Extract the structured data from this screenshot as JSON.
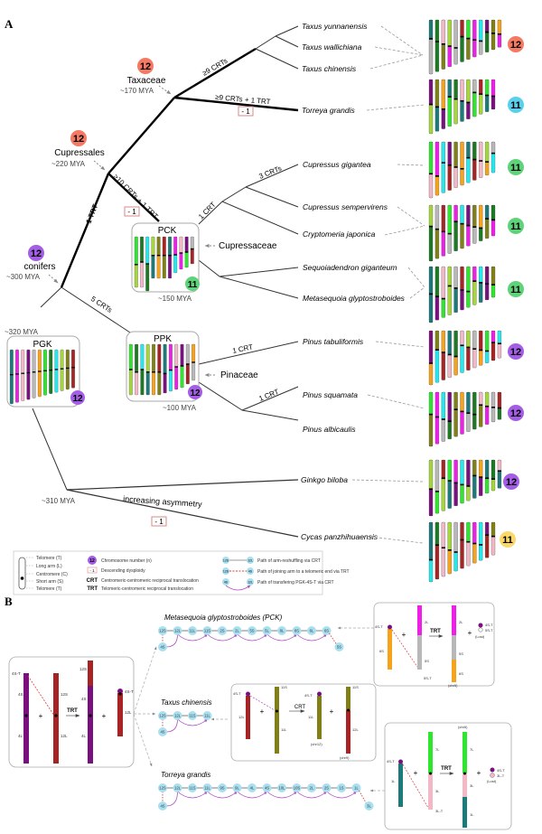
{
  "panel_labels": {
    "a": "A",
    "b": "B"
  },
  "colors": {
    "badge_red": "#f47a63",
    "badge_purple": "#a45ee5",
    "badge_green": "#5fd37a",
    "badge_blue": "#5ad1ec",
    "badge_yellow": "#fad86a",
    "dysploidy_border": "#d98a8a",
    "node_blue": "#a9e0f0",
    "arc_purple": "#b24bc6",
    "trt_red": "#e03b3b"
  },
  "chrom_palette": {
    "teal": "#1b7a7a",
    "magenta": "#ee1fe8",
    "pink": "#f2b8c6",
    "purple": "#7a1080",
    "gray": "#b8b8b8",
    "orange": "#f7a21b",
    "lime": "#2ee62e",
    "dkgreen": "#1b7a22",
    "cyan": "#23e8ee",
    "yellowgreen": "#a5d63a",
    "olive": "#808016",
    "red": "#a82424"
  },
  "tree": {
    "nodes": [
      {
        "id": "conifers",
        "badge": "12",
        "badge_color": "badge_purple",
        "name": "conifers",
        "age": "~300 MYA"
      },
      {
        "id": "cupressales",
        "badge": "12",
        "badge_color": "badge_red",
        "name": "Cupressales",
        "age": "~220 MYA"
      },
      {
        "id": "taxaceae",
        "badge": "12",
        "badge_color": "badge_red",
        "name": "Taxaceae",
        "age": "~170 MYA"
      },
      {
        "id": "root",
        "age": "~320 MYA"
      },
      {
        "id": "gymno",
        "age": "~310 MYA"
      }
    ],
    "branch_labels": [
      {
        "id": "trt1",
        "text": "1 TRT"
      },
      {
        "id": "crt9",
        "text": "≥9 CRTs"
      },
      {
        "id": "crt9trt",
        "text": "≥9 CRTs + 1 TRT"
      },
      {
        "id": "crt10trt",
        "text": "≥10 CRTs + 1 TRT"
      },
      {
        "id": "crt5",
        "text": "5 CRTs"
      },
      {
        "id": "crt1a",
        "text": "1 CRT"
      },
      {
        "id": "crt3",
        "text": "3 CRTs"
      },
      {
        "id": "crt1b",
        "text": "1 CRT"
      },
      {
        "id": "crt1c",
        "text": "1 CRT"
      },
      {
        "id": "asym",
        "text": "increasing asymmetry"
      }
    ],
    "dysploidy_marks": [
      "- 1",
      "- 1",
      "- 1"
    ],
    "ancestral_boxes": [
      {
        "id": "PGK",
        "title": "PGK",
        "badge": "12",
        "badge_color": "badge_purple",
        "age": ""
      },
      {
        "id": "PCK",
        "title": "PCK",
        "badge": "11",
        "badge_color": "badge_green",
        "age": "~150 MYA",
        "family": "Cupressaceae"
      },
      {
        "id": "PPK",
        "title": "PPK",
        "badge": "12",
        "badge_color": "badge_purple",
        "age": "~100 MYA",
        "family": "Pinaceae"
      }
    ],
    "species": [
      "Taxus yunnanensis",
      "Taxus wallichiana",
      "Taxus chinensis",
      "Torreya grandis",
      "Cupressus gigantea",
      "Cupressus sempervirens",
      "Cryptomeria japonica",
      "Sequoiadendron giganteum",
      "Metasequoia glyptostroboides",
      "Pinus tabuliformis",
      "Pinus squamata",
      "Pinus albicaulis",
      "Ginkgo biloba",
      "Cycas panzhihuaensis"
    ],
    "karyotypes": [
      {
        "group": "Taxus",
        "badge": "12",
        "badge_color": "badge_red"
      },
      {
        "group": "Torreya grandis",
        "badge": "11",
        "badge_color": "badge_blue"
      },
      {
        "group": "Cupressus gigantea",
        "badge": "11",
        "badge_color": "badge_green"
      },
      {
        "group": "Cupressus sempervirens / Cryptomeria japonica",
        "badge": "11",
        "badge_color": "badge_green"
      },
      {
        "group": "Sequoiadendron / Metasequoia",
        "badge": "11",
        "badge_color": "badge_green"
      },
      {
        "group": "Pinus tabuliformis",
        "badge": "12",
        "badge_color": "badge_purple"
      },
      {
        "group": "Pinus squamata / albicaulis",
        "badge": "12",
        "badge_color": "badge_purple"
      },
      {
        "group": "Ginkgo biloba",
        "badge": "12",
        "badge_color": "badge_purple"
      },
      {
        "group": "Cycas panzhihuaensis",
        "badge": "11",
        "badge_color": "badge_yellow"
      }
    ]
  },
  "legend": {
    "chrom_parts": [
      "Telomere (T)",
      "Long arm (L)",
      "Centromere (C)",
      "Short arm (S)",
      "Telomere (T)"
    ],
    "badge_example": "12",
    "badge_text": "Chromosome number (n)",
    "dysploidy_example": "- 1",
    "dysploidy_text": "Descending dysploidy",
    "crt_abbr": "CRT",
    "crt_text": "Centromeric-centromeric reciprocal translocation",
    "trt_abbr": "TRT",
    "trt_text": "Telomeric-centromeric reciprocal translocation",
    "path_items": [
      {
        "a": "12S",
        "b": "12L",
        "text": "Path of arm-reshuffling via CRT"
      },
      {
        "a": "12S",
        "b": "4S",
        "text": "Path of joining arm to a telomeric end via TRT"
      },
      {
        "a": "4S",
        "b": "12L",
        "text": "Path of transfering PGK-4S-T via CRT"
      }
    ]
  },
  "panel_b": {
    "left_box": {
      "op": "TRT",
      "plus": "+",
      "labels": {
        "t4": "4S-T",
        "s4": "4S",
        "l4": "4L",
        "s12": "12S",
        "l12": "12L",
        "r_s12": "12S",
        "r_s4": "4S",
        "r_l4": "4L",
        "r_t4": "4S-T",
        "r_l12": "12L"
      }
    },
    "paths": [
      {
        "title": "Metasequoia glyptostroboides (PCK)",
        "start": "4S",
        "nodes": [
          "12S",
          "12L",
          "11L",
          "11S",
          "2S",
          "2L",
          "5S",
          "5L",
          "8L",
          "8S",
          "6L",
          "6S"
        ],
        "end": "5S"
      },
      {
        "title": "Taxus chinensis",
        "start": "4S",
        "nodes": [
          "12S",
          "12L",
          "11S",
          "11L"
        ],
        "end": ""
      },
      {
        "title": "Torreya grandis",
        "start": "4S",
        "nodes": [
          "12S",
          "12L",
          "11S",
          "11L",
          "9S",
          "9L",
          "4L",
          "4S",
          "10L",
          "10S",
          "2L",
          "2S",
          "1S",
          "1L"
        ],
        "end": "3L"
      }
    ],
    "meta_box": {
      "op": "TRT",
      "labels": {
        "t4": "4S-T",
        "s6": "6S",
        "l2": "2L",
        "s5": "5S",
        "t5": "5S-T",
        "r_l2": "2L",
        "r_s5": "5S",
        "r_s6": "6S",
        "chr": "(chr5)",
        "lost_t4": "4S-T",
        "lost_t5": "5S-T",
        "lost": "(Lost)"
      }
    },
    "taxus_box": {
      "op": "CRT",
      "labels": {
        "t4": "4S-T",
        "l12": "12L",
        "s11": "11S",
        "l11": "11L",
        "r_t4": "4S-T",
        "r_l11": "11L",
        "chr12": "(chr12)",
        "r_s11": "11S",
        "r_l12": "12L",
        "chr9": "(chr9)"
      }
    },
    "torreya_box": {
      "op": "TRT",
      "labels": {
        "t4": "4S-T",
        "l1": "1L",
        "l7": "7L",
        "l3": "3L",
        "t3": "3L-T",
        "chr": "(chr6)",
        "r_l7": "7L",
        "r_l3": "3L",
        "r_l1": "1L",
        "lost_t4": "4S-T",
        "lost_t3": "3L-T",
        "lost": "(Lost)"
      }
    }
  }
}
